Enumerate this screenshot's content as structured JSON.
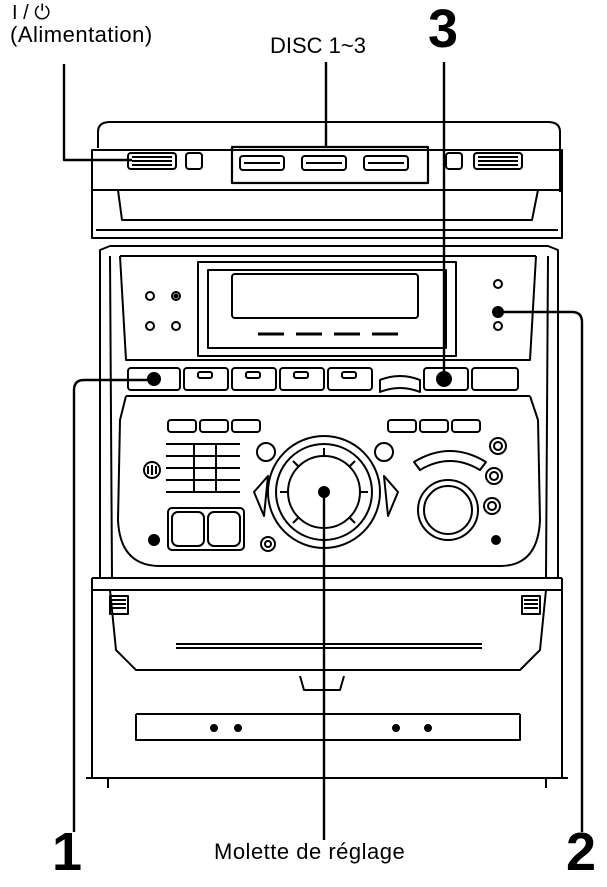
{
  "labels": {
    "power_symbol": "I / ⏻",
    "power_name": "(Alimentation)",
    "disc": "DISC 1~3",
    "callout_1": "1",
    "callout_2": "2",
    "callout_3": "3",
    "dial": "Molette de réglage"
  }
}
